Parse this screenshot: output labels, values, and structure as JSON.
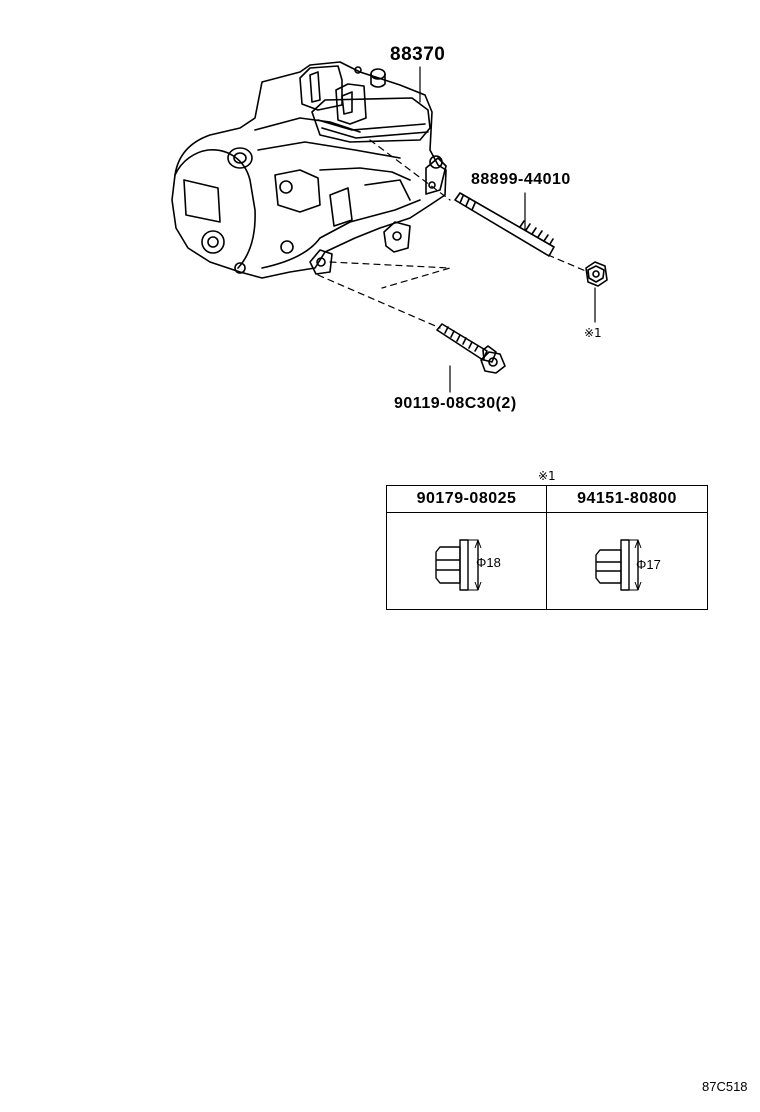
{
  "parts": {
    "compressor": {
      "number": "88370",
      "icon": "ac-compressor-icon"
    },
    "stud_bolt": {
      "number": "88899-44010",
      "icon": "stud-bolt-icon"
    },
    "mount_bolt": {
      "number": "90119-08C30",
      "qty": "(2)",
      "icon": "flange-bolt-icon"
    },
    "nut": {
      "note": "※1",
      "icon": "flange-nut-icon"
    }
  },
  "note_table": {
    "mark": "※1",
    "columns": [
      {
        "part_number": "90179-08025",
        "dimension": "Φ18",
        "icon": "flange-nut-18-icon"
      },
      {
        "part_number": "94151-80800",
        "dimension": "Φ17",
        "icon": "flange-nut-17-icon"
      }
    ]
  },
  "diagram_code": "87C518"
}
